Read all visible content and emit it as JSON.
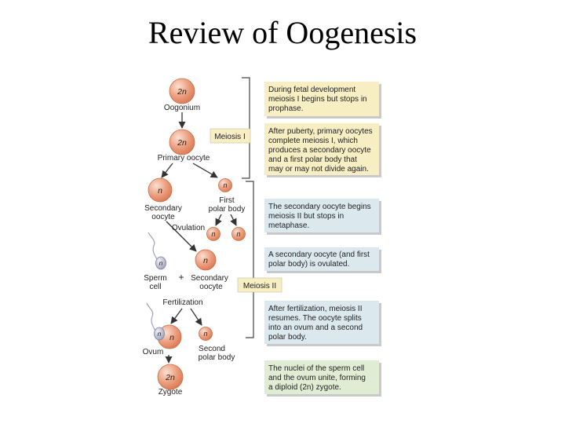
{
  "title": "Review of Oogenesis",
  "colors": {
    "node_fill": "#e9987a",
    "node_highlight": "#fbe0d2",
    "yellow_box": "#f7eec4",
    "blue_box": "#dbe9ef",
    "green_box": "#e1ecd4",
    "tag_box": "#f7eec4"
  },
  "nodes": {
    "oogonium": {
      "ploidy": "2n",
      "label": "Oogonium"
    },
    "primary_oocyte": {
      "ploidy": "2n",
      "label": "Primary oocyte"
    },
    "secondary_oocyte": {
      "ploidy": "n",
      "label_line1": "Secondary",
      "label_line2": "oocyte"
    },
    "first_polar_body": {
      "ploidy": "n",
      "label_line1": "First",
      "label_line2": "polar body"
    },
    "polar_a": {
      "ploidy": "n"
    },
    "polar_b": {
      "ploidy": "n"
    },
    "ovulated_oocyte": {
      "ploidy": "n",
      "label_line1": "Secondary",
      "label_line2": "oocyte"
    },
    "sperm": {
      "ploidy": "n",
      "label_line1": "Sperm",
      "label_line2": "cell"
    },
    "ovum_sperm": {
      "ploidy": "n"
    },
    "ovum": {
      "ploidy": "n",
      "label": "Ovum"
    },
    "second_polar_body": {
      "ploidy": "n",
      "label_line1": "Second",
      "label_line2": "polar body"
    },
    "zygote": {
      "ploidy": "2n",
      "label": "Zygote"
    }
  },
  "labels": {
    "ovulation": "Ovulation",
    "plus": "+",
    "fertilization": "Fertilization"
  },
  "tags": {
    "meiosis1": "Meiosis I",
    "meiosis2": "Meiosis II"
  },
  "boxes": [
    {
      "lines": [
        "During fetal development",
        "meiosis I begins but stops in",
        "prophase."
      ]
    },
    {
      "lines": [
        "After puberty, primary oocytes",
        "complete meiosis I, which",
        "produces a secondary oocyte",
        "and a first polar body that",
        "may or may not divide again."
      ]
    },
    {
      "lines": [
        "The secondary oocyte begins",
        "meiosis II but stops in",
        "metaphase."
      ]
    },
    {
      "lines": [
        "A secondary oocyte (and first",
        "polar body) is ovulated."
      ]
    },
    {
      "lines": [
        "After fertilization, meiosis II",
        "resumes. The oocyte splits",
        "into an ovum and a second",
        "polar body."
      ]
    },
    {
      "lines": [
        "The nuclei of the sperm cell",
        "and the ovum unite, forming",
        "a diploid (2n) zygote."
      ]
    }
  ]
}
